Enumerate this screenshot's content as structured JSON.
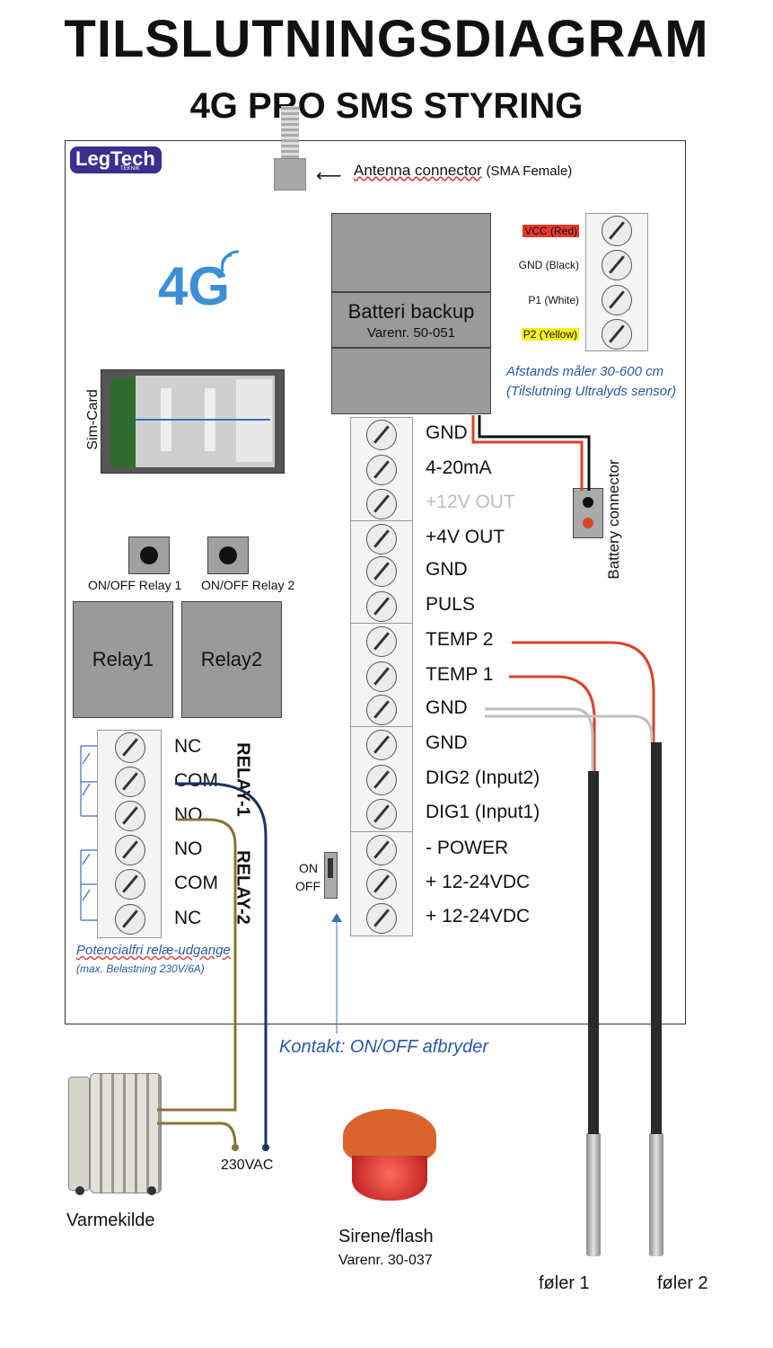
{
  "title": "TILSLUTNINGSDIAGRAM",
  "subtitle": "4G PRO SMS STYRING",
  "logo": {
    "main": "LegTech",
    "sub": "TEKNIK"
  },
  "antenna": {
    "label": "Antenna connector",
    "note": "(SMA Female)"
  },
  "network_badge": "4G",
  "battery": {
    "label": "Batteri backup",
    "item": "Varenr. 50-051"
  },
  "sensor_terminals": [
    {
      "label": "VCC (Red)",
      "highlight": "#e8392c"
    },
    {
      "label": "GND (Black)",
      "highlight": ""
    },
    {
      "label": "P1 (White)",
      "highlight": ""
    },
    {
      "label": "P2 (Yellow)",
      "highlight": "#f6f21c"
    }
  ],
  "sensor_caption": {
    "line1": "Afstands måler  30-600 cm",
    "line2": "(Tilslutning Ultralyds sensor)"
  },
  "sim_label": "Sim-Card",
  "battery_connector_label": "Battery connector",
  "relay_buttons": [
    {
      "label": "ON/OFF Relay 1"
    },
    {
      "label": "ON/OFF Relay 2"
    }
  ],
  "relays": [
    {
      "label": "Relay1"
    },
    {
      "label": "Relay2"
    }
  ],
  "main_terminals": [
    {
      "label": "GND",
      "dim": false
    },
    {
      "label": "4-20mA",
      "dim": false
    },
    {
      "label": "+12V OUT",
      "dim": true
    },
    {
      "label": "+4V OUT",
      "dim": false
    },
    {
      "label": "GND",
      "dim": false
    },
    {
      "label": "PULS",
      "dim": false
    },
    {
      "label": "TEMP 2",
      "dim": false
    },
    {
      "label": "TEMP 1",
      "dim": false
    },
    {
      "label": "GND",
      "dim": false
    },
    {
      "label": "GND",
      "dim": false
    },
    {
      "label": "DIG2 (Input2)",
      "dim": false
    },
    {
      "label": "DIG1 (Input1)",
      "dim": false
    },
    {
      "label": "- POWER",
      "dim": false
    },
    {
      "label": "+ 12-24VDC",
      "dim": false
    },
    {
      "label": "+ 12-24VDC",
      "dim": false
    }
  ],
  "relay_terminals": [
    {
      "label": "NC"
    },
    {
      "label": "COM"
    },
    {
      "label": "NO"
    },
    {
      "label": "NO"
    },
    {
      "label": "COM"
    },
    {
      "label": "NC"
    }
  ],
  "relay_side_labels": {
    "r1": "RELAY-1",
    "r2": "RELAY-2"
  },
  "relay_caption": {
    "line1": "Potencialfri relæ-udgange",
    "line2": "(max. Belastning 230V/6A)"
  },
  "switch": {
    "on": "ON",
    "off": "OFF"
  },
  "switch_caption": "Kontakt: ON/OFF afbryder",
  "supply_label": "230VAC",
  "heater_label": "Varmekilde",
  "siren": {
    "label": "Sirene/flash",
    "item": "Varenr. 30-037"
  },
  "probes": [
    {
      "label": "føler 1"
    },
    {
      "label": "føler 2"
    }
  ],
  "colors": {
    "wire_red": "#d8432c",
    "wire_gray": "#c0c0c0",
    "wire_olive": "#8a7236",
    "wire_navy": "#1c3360",
    "caption_blue": "#2b58a6"
  }
}
